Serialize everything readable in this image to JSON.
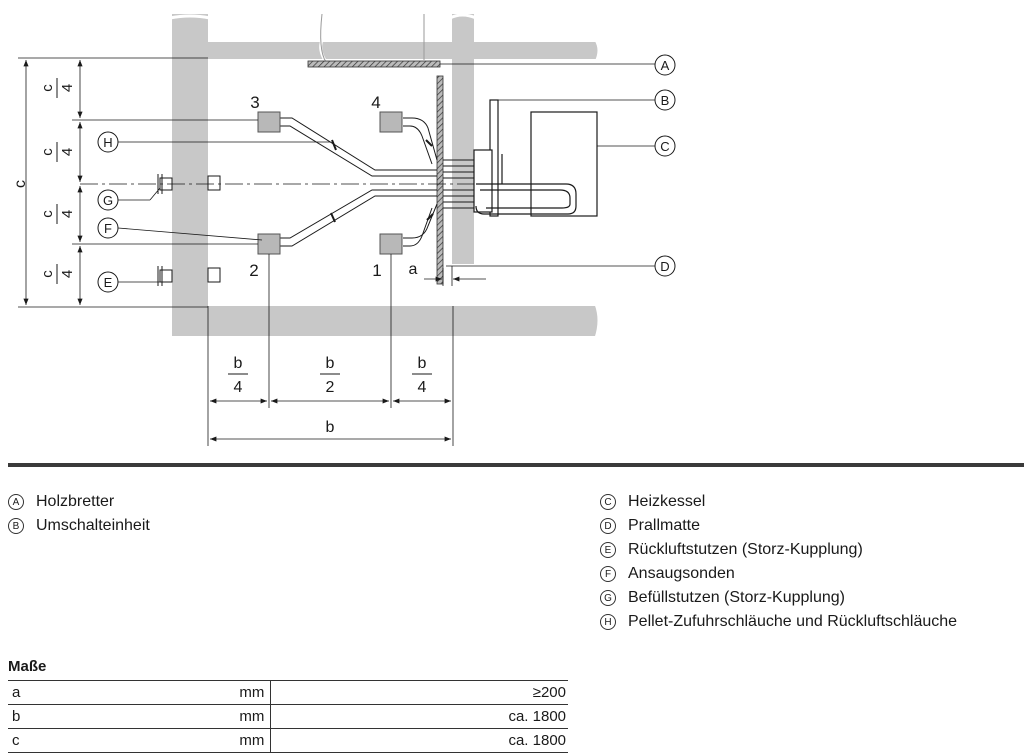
{
  "diagram": {
    "callouts": [
      "A",
      "B",
      "C",
      "D",
      "E",
      "F",
      "G",
      "H"
    ],
    "port_numbers": [
      "1",
      "2",
      "3",
      "4"
    ],
    "dim_a": "a",
    "dim_b": "b",
    "dim_c": "c",
    "frac_b4": {
      "num": "b",
      "den": "4"
    },
    "frac_b2": {
      "num": "b",
      "den": "2"
    },
    "frac_c4": {
      "num": "c",
      "den": "4"
    }
  },
  "legend": {
    "left": [
      {
        "letter": "A",
        "text": "Holzbretter"
      },
      {
        "letter": "B",
        "text": "Umschalteinheit"
      }
    ],
    "right": [
      {
        "letter": "C",
        "text": "Heizkessel"
      },
      {
        "letter": "D",
        "text": "Prallmatte"
      },
      {
        "letter": "E",
        "text": "Rückluftstutzen (Storz-Kupplung)"
      },
      {
        "letter": "F",
        "text": "Ansaugsonden"
      },
      {
        "letter": "G",
        "text": "Befüllstutzen (Storz-Kupplung)"
      },
      {
        "letter": "H",
        "text": "Pellet-Zufuhrschläuche und Rückluftschläuche"
      }
    ]
  },
  "table": {
    "title": "Maße",
    "rows": [
      {
        "var": "a",
        "unit": "mm",
        "value": "≥200"
      },
      {
        "var": "b",
        "unit": "mm",
        "value": "ca. 1800"
      },
      {
        "var": "c",
        "unit": "mm",
        "value": "ca. 1800"
      }
    ]
  }
}
